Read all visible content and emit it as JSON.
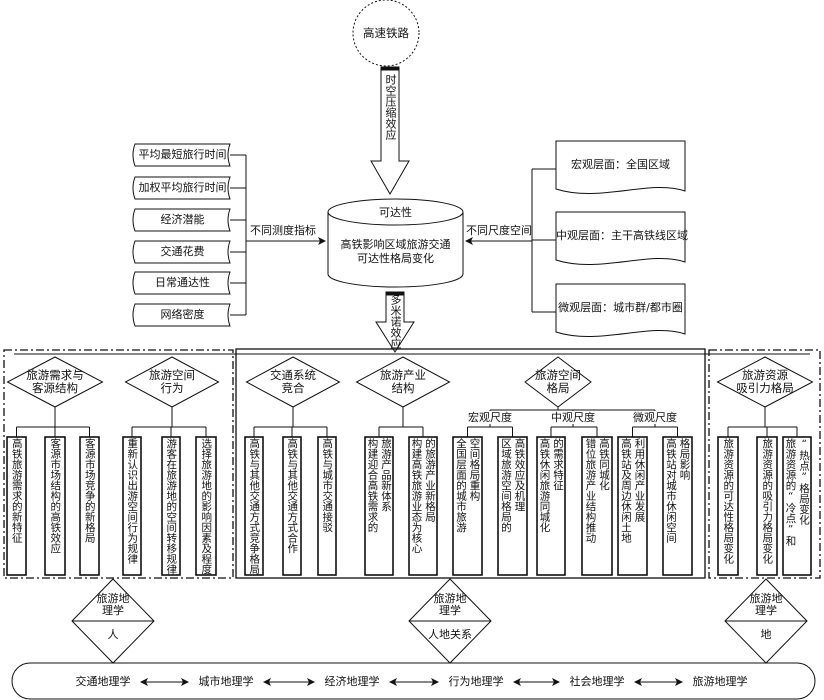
{
  "top": {
    "source": "高速铁路",
    "compression_effect": "时空压缩效应",
    "domino_effect": "多米诺效应"
  },
  "center": {
    "title": "可达性",
    "subtitle_line1": "高铁影响区域旅游交通",
    "subtitle_line2": "可达性格局变化"
  },
  "indicators": {
    "label": "不同测度指标",
    "items": [
      "平均最短旅行时间",
      "加权平均旅行时间",
      "经济潜能",
      "交通花费",
      "日常通达性",
      "网络密度"
    ]
  },
  "scales": {
    "label": "不同尺度空间",
    "items": [
      "宏观层面：全国区域",
      "中观层面：主干高铁线区域",
      "微观层面：城市群/都市圈"
    ]
  },
  "themes": [
    {
      "title_lines": [
        "旅游需求与",
        "客源结构"
      ],
      "items": [
        {
          "columns": [
            "高铁旅游需求的新特征"
          ]
        },
        {
          "columns": [
            "客源市场结构的高铁效应"
          ]
        },
        {
          "columns": [
            "客源市场竞争的新格局"
          ]
        }
      ]
    },
    {
      "title_lines": [
        "旅游空间",
        "行为"
      ],
      "items": [
        {
          "columns": [
            "重新认识出游空间行为规律"
          ]
        },
        {
          "columns": [
            "游客在旅游地的空间转移规律"
          ]
        },
        {
          "columns": [
            "选择旅游地的影响因素及程度"
          ]
        }
      ]
    },
    {
      "title_lines": [
        "交通系统",
        "竞合"
      ],
      "items": [
        {
          "columns": [
            "高铁与其他交通方式竞争格局"
          ]
        },
        {
          "columns": [
            "高铁与其他交通方式合作"
          ]
        },
        {
          "columns": [
            "高铁与城市交通接驳"
          ]
        }
      ]
    },
    {
      "title_lines": [
        "旅游产业",
        "结构"
      ],
      "items": [
        {
          "columns": [
            "构建迎合高铁需求的",
            "旅游产品新体系"
          ]
        },
        {
          "columns": [
            "构建高铁旅游业态为核心",
            "的旅游产业新格局"
          ]
        }
      ]
    },
    {
      "title_lines": [
        "旅游空间",
        "格局"
      ],
      "scale_labels": [
        "宏观尺度",
        "中观尺度",
        "微观尺度"
      ],
      "items": [
        {
          "columns": [
            "全国层面的城市旅游",
            "空间格局重构"
          ]
        },
        {
          "columns": [
            "区域旅游空间格局的",
            "高铁效应及机理"
          ]
        },
        {
          "columns": [
            "高铁休闲旅游同城化",
            "的需求特征"
          ]
        },
        {
          "columns": [
            "错位旅游产业结构推动",
            "高铁同城化"
          ]
        },
        {
          "columns": [
            "高铁站及周边休闲土地",
            "利用休闲产业发展"
          ]
        },
        {
          "columns": [
            "高铁站对城市休闲空间",
            "格局影响"
          ]
        }
      ]
    },
    {
      "title_lines": [
        "旅游资源",
        "吸引力格局"
      ],
      "items": [
        {
          "columns": [
            "旅游资源的可达性格局变化"
          ]
        },
        {
          "columns": [
            "旅游资源的吸引力格局变化"
          ]
        },
        {
          "columns": [
            "旅游资源的“冷点”和",
            "“热点”格局变化"
          ]
        }
      ]
    }
  ],
  "perspectives": [
    {
      "top": "旅游地理学",
      "bottom": "人"
    },
    {
      "top": "旅游地理学",
      "bottom": "人地关系"
    },
    {
      "top": "旅游地理学",
      "bottom": "地"
    }
  ],
  "disciplines": [
    "交通地理学",
    "城市地理学",
    "经济地理学",
    "行为地理学",
    "社会地理学",
    "旅游地理学"
  ],
  "colors": {
    "line": "#111111",
    "background": "#ffffff"
  }
}
